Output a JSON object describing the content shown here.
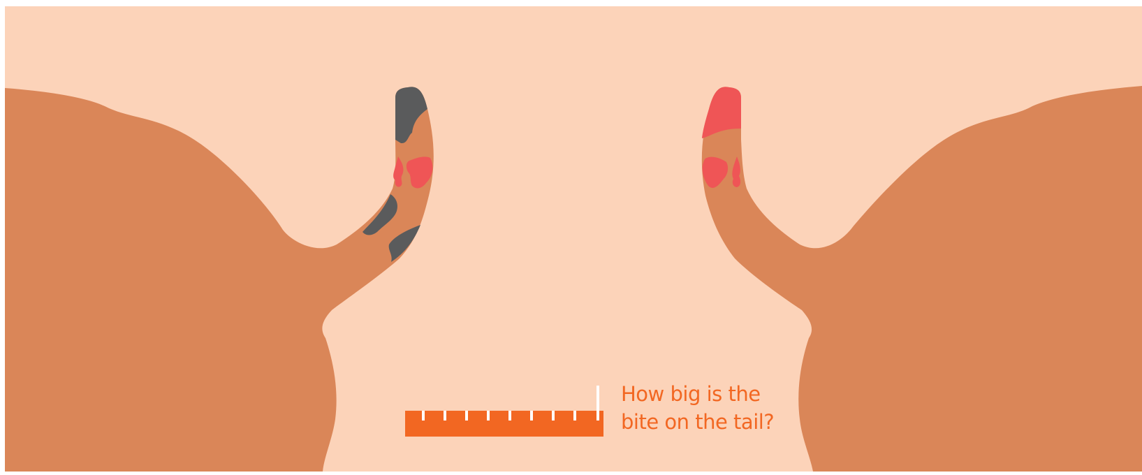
{
  "caption": {
    "line1": "How big is the",
    "line2": "bite on the tail?"
  },
  "colors": {
    "background": "#fcd3b9",
    "pig_skin": "#da8658",
    "dark_patch": "#5a5b5c",
    "wound_red": "#ef5556",
    "ruler_orange": "#f26722",
    "tick_white": "#ffffff",
    "caption_orange": "#f26722"
  },
  "illustration": {
    "left_pig": {
      "tail_markings": [
        "dark-patch",
        "red-bite-marks"
      ]
    },
    "right_pig": {
      "tail_markings": [
        "red-bitten-tip",
        "red-bite-marks"
      ]
    },
    "ruler": {
      "tick_marks": 9
    }
  }
}
